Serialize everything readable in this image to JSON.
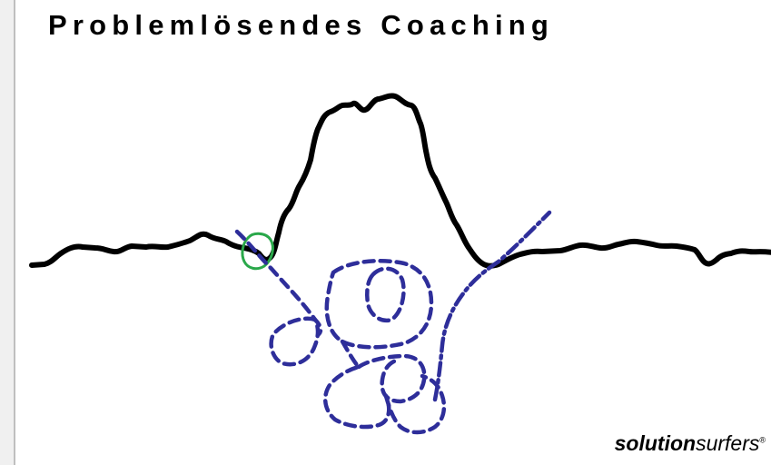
{
  "slide": {
    "title": "Problemlösendes Coaching"
  },
  "logo": {
    "strong": "solution",
    "light": "surfers",
    "mark": "®"
  },
  "colors": {
    "background": "#ffffff",
    "mountain_line": "#000000",
    "path_dashed": "#2e2e9a",
    "start_marker": "#2aa84a"
  }
}
